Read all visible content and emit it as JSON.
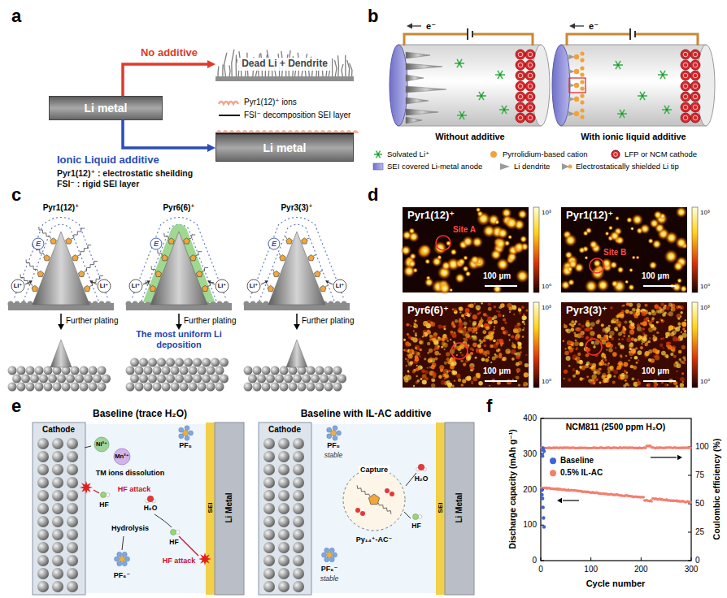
{
  "diagram": {
    "nodes": [
      {
        "text": [
          "Li metal"
        ]
      },
      {
        "text": [
          "Dead Li + Dendrite"
        ]
      },
      {
        "text": [
          "Li metal"
        ]
      },
      {
        "text": [
          "Pyr1(12)⁺",
          "Site A",
          "100 µm"
        ]
      },
      {
        "text": [
          "Pyr1(12)⁺",
          "Site B",
          "100 µm"
        ]
      },
      {
        "text": [
          "Pyr6(6)⁺",
          "100 µm"
        ]
      },
      {
        "text": [
          "Pyr3(3)⁺",
          "100 µm"
        ]
      }
    ],
    "edges": [
      {
        "from": 0,
        "to": 1,
        "arrow": "to",
        "label": "No additive"
      },
      {
        "from": 0,
        "to": 2,
        "arrow": "to",
        "label": "Ionic Liquid additive"
      }
    ],
    "labels": [
      "a",
      "b",
      "c",
      "d",
      "e",
      "f",
      "Pyr1(12)⁺ : electrostatic sheilding",
      "FSI⁻ : rigid SEI layer",
      "e⁻",
      "e⁻",
      "Without additive",
      "With ionic liquid additive",
      "Pyr1(12)⁺",
      "Pyr6(6)⁺",
      "Pyr3(3)⁺",
      "E",
      "E",
      "E",
      "Li⁺",
      "Li⁺",
      "Li⁺",
      "Li⁺",
      "Li⁺",
      "Li⁺",
      "Further plating",
      "Further plating",
      "Further plating",
      "The most uniform Li deposition",
      "10³",
      "10⁰",
      "10³",
      "10⁰",
      "10³",
      "10⁰",
      "10³",
      "10⁰",
      "Baseline (trace H₂O)",
      "Cathode",
      "Ni²⁺",
      "Mn²⁺",
      "TM ions dissolution",
      "PF₅",
      "HF attack",
      "HF",
      "H₂O",
      "Hydrolysis",
      "HF",
      "HF attack",
      "PF₆⁻",
      "SEI",
      "Li Metal",
      "Baseline with IL-AC additive",
      "Cathode",
      "PF₅",
      "stable",
      "Capture",
      "H₂O",
      "Py₁₄⁺-AC⁻",
      "HF",
      "PF₆⁻",
      "stable",
      "SEI",
      "Li Metal",
      "NCM811 (2500 ppm H₂O)",
      "Discharge capacity (mAh g⁻¹)",
      "Coulombic efficiency (%)",
      "Cycle number",
      "0",
      "100",
      "200",
      "300",
      "400",
      "0",
      "25",
      "50",
      "75",
      "100",
      "0",
      "100",
      "200",
      "300"
    ],
    "legend": [
      {
        "text": "Pyr1(12)⁺ ions"
      },
      {
        "text": "FSI⁻ decomposition SEI layer"
      },
      {
        "text": "Solvated Li⁺"
      },
      {
        "text": "Pyrrolidium-based cation"
      },
      {
        "text": "LFP or NCM cathode"
      },
      {
        "text": "SEI covered Li-metal anode"
      },
      {
        "text": "Li dendrite"
      },
      {
        "text": "Electrostatically shielded Li tip"
      },
      {
        "text": "Baseline",
        "color": "#3f63d8"
      },
      {
        "text": "0.5% IL-AC",
        "color": "#f47f6f"
      }
    ]
  }
}
